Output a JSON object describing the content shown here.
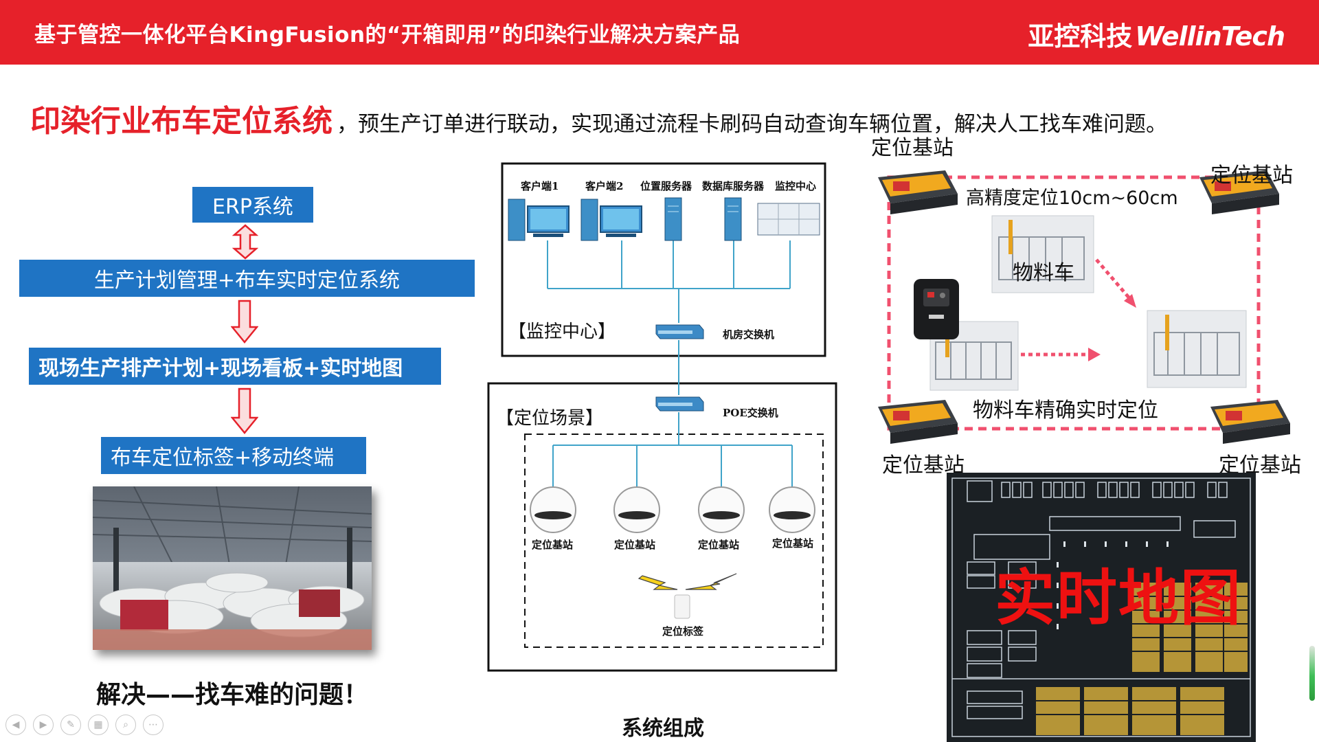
{
  "header": {
    "title": "基于管控一体化平台KingFusion的“开箱即用”的印染行业解决方案产品",
    "brand_cn": "亚控科技",
    "brand_en": "WellinTech"
  },
  "headline": {
    "main": "印染行业布车定位系统",
    "desc": "，预生产订单进行联动，实现通过流程卡刷码自动查询车辆位置，解决人工找车难问题。"
  },
  "flow": {
    "items": [
      "ERP系统",
      "生产计划管理+布车实时定位系统",
      "现场生产排产计划+现场看板+实时地图",
      "布车定位标签+移动终端"
    ],
    "caption": "解决——找车难的问题！"
  },
  "system": {
    "clients": [
      "客户端1",
      "客户端2",
      "位置服务器",
      "数据库服务器",
      "监控中心"
    ],
    "monitor_center": "【监控中心】",
    "room_switch": "机房交换机",
    "scene": "【定位场景】",
    "poe_switch": "POE交换机",
    "stations": [
      "定位基站",
      "定位基站",
      "定位基站",
      "定位基站"
    ],
    "tag": "定位标签",
    "caption": "系统组成"
  },
  "positioning": {
    "station_top_left": "定位基站",
    "station_top_right": "定位基站",
    "station_bottom_left": "定位基站",
    "station_bottom_right": "定位基站",
    "precision": "高精度定位10cm~60cm",
    "cart": "物料车",
    "cart_realtime": "物料车精确实时定位",
    "map_title": "实时地图"
  },
  "colors": {
    "header_red": "#e6212a",
    "flow_blue": "#1f74c4",
    "dashed_pink": "#f0506e"
  }
}
